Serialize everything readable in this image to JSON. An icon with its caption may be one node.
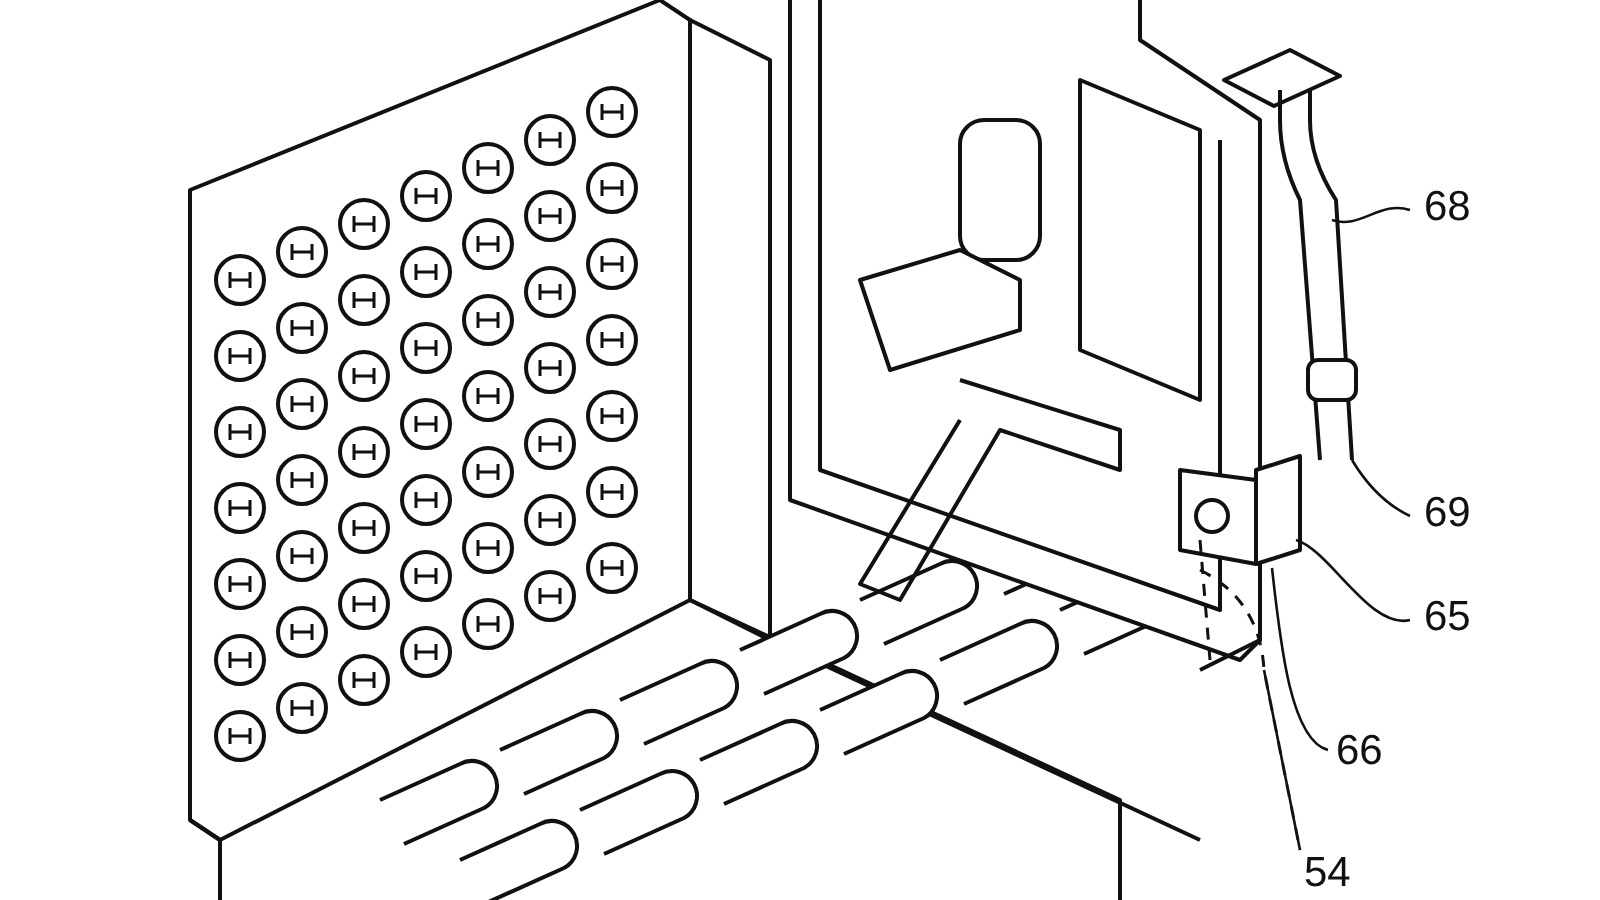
{
  "diagram": {
    "nodes": [
      {
        "text": [
          "68"
        ]
      },
      {
        "text": [
          "69"
        ]
      },
      {
        "text": [
          "65"
        ]
      },
      {
        "text": [
          "66"
        ]
      },
      {
        "text": [
          "54"
        ]
      }
    ],
    "edges": [
      {
        "from": 0,
        "to": null,
        "arrow": "none"
      },
      {
        "from": 1,
        "to": null,
        "arrow": "none"
      },
      {
        "from": 2,
        "to": null,
        "arrow": "none"
      },
      {
        "from": 3,
        "to": null,
        "arrow": "none"
      },
      {
        "from": 4,
        "to": null,
        "arrow": "none",
        "style": "dashed"
      }
    ]
  }
}
